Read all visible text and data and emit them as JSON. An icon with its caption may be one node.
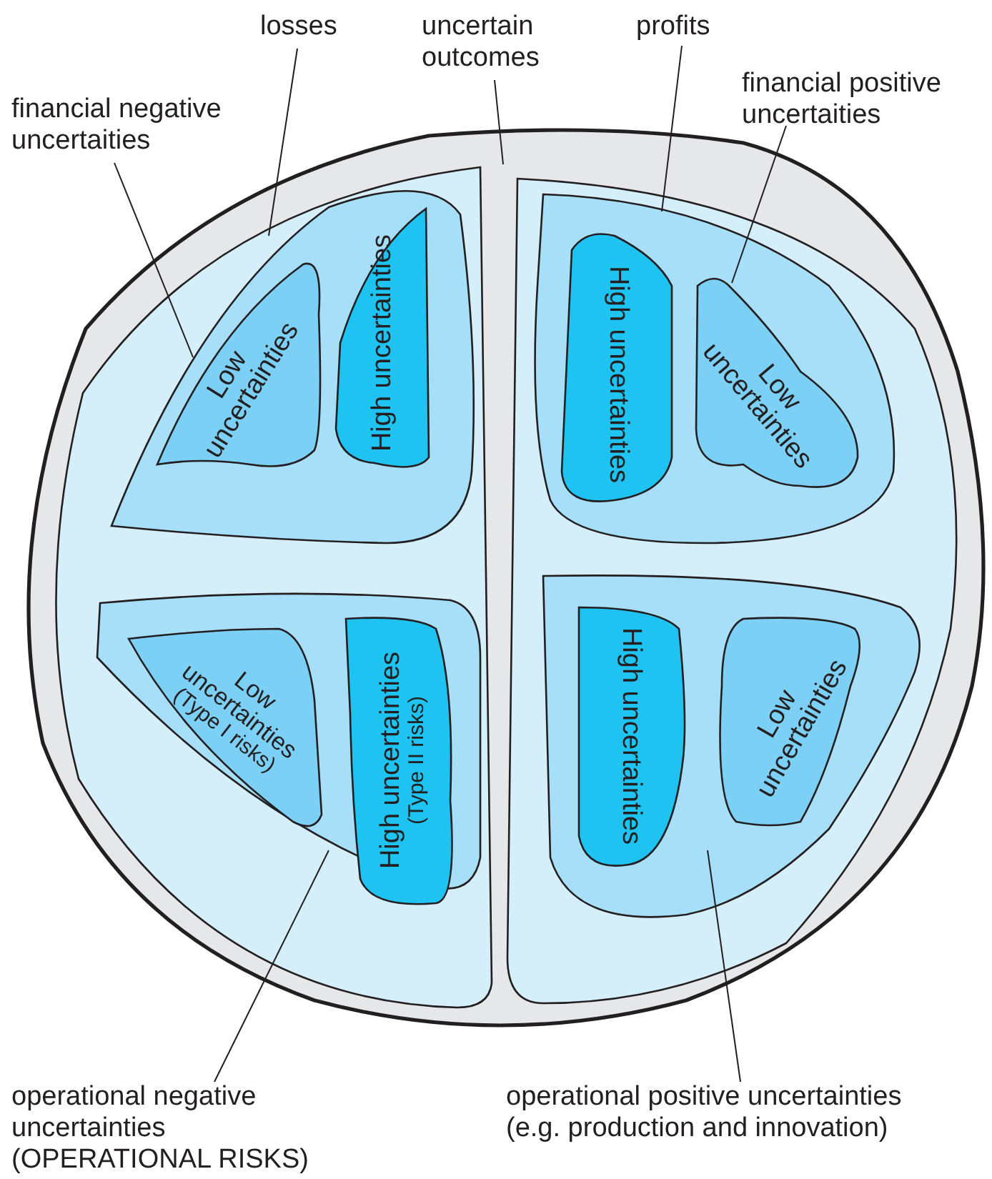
{
  "diagram": {
    "nodes": [
      {
        "text": [],
        "shape": "circle"
      },
      {
        "text": [],
        "shape": "blob",
        "in": 0
      },
      {
        "text": [],
        "shape": "blob",
        "in": 1
      },
      {
        "text": [
          "Low uncertainties"
        ],
        "in": 2
      },
      {
        "text": [
          "High uncertainties"
        ],
        "in": 2
      },
      {
        "text": [],
        "shape": "blob",
        "in": 1
      },
      {
        "text": [
          "Low uncertainties",
          "(Type I risks)"
        ],
        "in": 5
      },
      {
        "text": [
          "High uncertainties",
          "(Type II risks)"
        ],
        "in": 5
      },
      {
        "text": [],
        "shape": "blob",
        "in": 0
      },
      {
        "text": [],
        "shape": "blob",
        "in": 8
      },
      {
        "text": [
          "High uncertainties"
        ],
        "in": 9
      },
      {
        "text": [
          "Low uncertainties"
        ],
        "in": 9
      },
      {
        "text": [],
        "shape": "blob",
        "in": 8
      },
      {
        "text": [
          "High uncertainties"
        ],
        "in": 12
      },
      {
        "text": [
          "Low uncertainties"
        ],
        "in": 12
      },
      {
        "text": [
          "losses"
        ]
      },
      {
        "text": [
          "uncertain outcomes"
        ]
      },
      {
        "text": [
          "profits"
        ]
      },
      {
        "text": [
          "financial negative uncertaities"
        ]
      },
      {
        "text": [
          "financial positive uncertaities"
        ]
      },
      {
        "text": [
          "operational negative uncertainties (OPERATIONAL RISKS)"
        ]
      },
      {
        "text": [
          "operational positive uncertainties (e.g. production and innovation)"
        ]
      }
    ],
    "edges": [
      {
        "from": 15,
        "to": 1,
        "arrow": "none"
      },
      {
        "from": 16,
        "to": 0,
        "arrow": "none"
      },
      {
        "from": 17,
        "to": 8,
        "arrow": "none"
      },
      {
        "from": 18,
        "to": 2,
        "arrow": "none"
      },
      {
        "from": 19,
        "to": 9,
        "arrow": "none"
      },
      {
        "from": 20,
        "to": 5,
        "arrow": "none"
      },
      {
        "from": 21,
        "to": 12,
        "arrow": "none"
      }
    ]
  }
}
